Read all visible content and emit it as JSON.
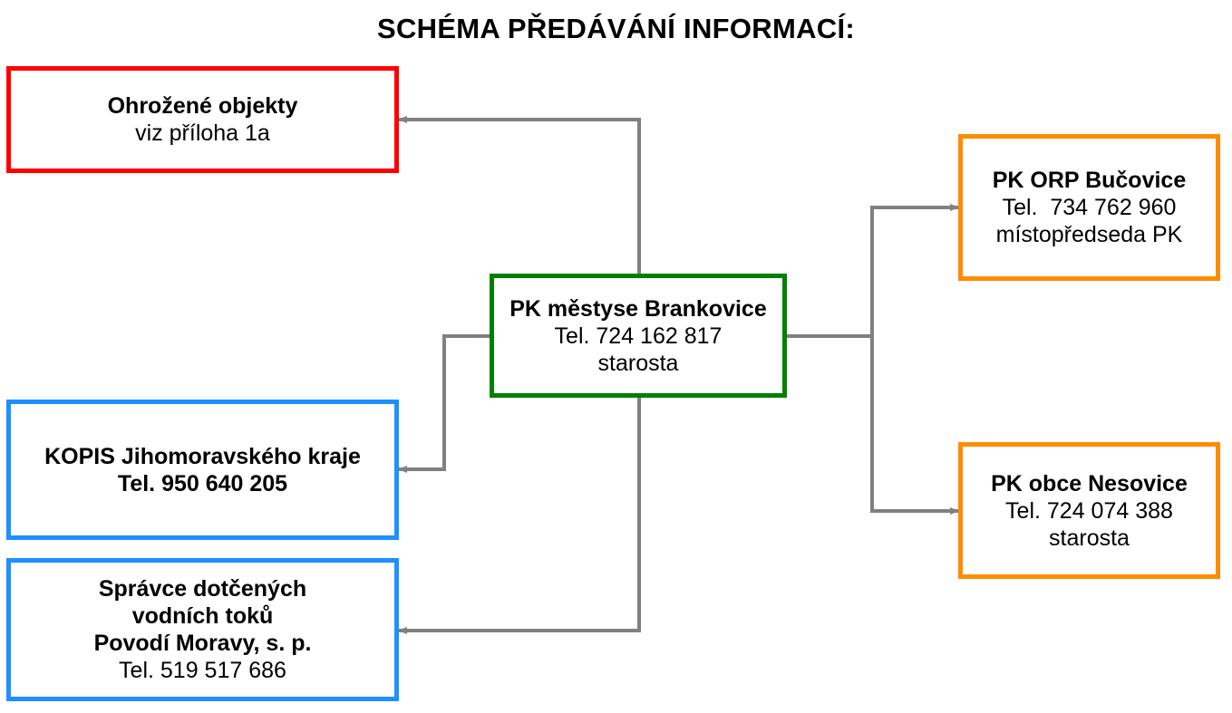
{
  "title": "SCHÉMA PŘEDÁVÁNÍ INFORMACÍ:",
  "colors": {
    "threatened": "#ff0000",
    "center": "#008000",
    "neighbors": "#ff8c00",
    "authorities": "#1e90ff",
    "arrows": "#808080"
  },
  "nodes": {
    "threatened": {
      "line1": "Ohrožené objekty",
      "line2": "viz příloha 1a"
    },
    "center": {
      "line1": "PK městyse Brankovice",
      "line2": "Tel. 724 162 817",
      "line3": "starosta"
    },
    "orp": {
      "line1": "PK ORP Bučovice",
      "line2": "Tel.  734 762 960",
      "line3": "místopředseda PK"
    },
    "nesovice": {
      "line1": "PK obce Nesovice",
      "line2": "Tel. 724 074 388",
      "line3": "starosta"
    },
    "kopis": {
      "line1": "KOPIS Jihomoravského kraje",
      "line2": "Tel. 950 640 205"
    },
    "povodi": {
      "line1": "Správce dotčených",
      "line2": "vodních toků",
      "line3": "Povodí Moravy, s. p.",
      "line4": "Tel. 519 517 686"
    }
  }
}
